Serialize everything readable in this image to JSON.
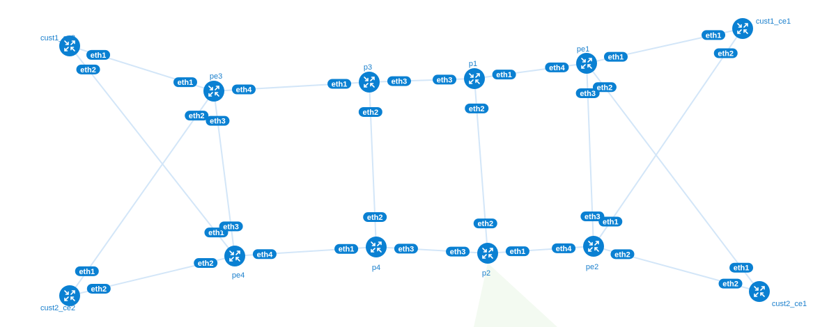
{
  "colors": {
    "node": "#0a80d2",
    "link": "#d3e6f8",
    "label_text": "#1a7fcc",
    "highlight": "#f3faf1"
  },
  "node_icon": "router-icon",
  "nodes": [
    {
      "id": "cust1_ce2",
      "label": "cust1_ce2"
    },
    {
      "id": "pe3",
      "label": "pe3"
    },
    {
      "id": "p3",
      "label": "p3"
    },
    {
      "id": "p1",
      "label": "p1"
    },
    {
      "id": "pe1",
      "label": "pe1"
    },
    {
      "id": "cust1_ce1",
      "label": "cust1_ce1"
    },
    {
      "id": "cust2_ce2",
      "label": "cust2_ce2"
    },
    {
      "id": "pe4",
      "label": "pe4"
    },
    {
      "id": "p4",
      "label": "p4"
    },
    {
      "id": "p2",
      "label": "p2"
    },
    {
      "id": "pe2",
      "label": "pe2"
    },
    {
      "id": "cust2_ce1",
      "label": "cust2_ce1"
    }
  ],
  "links": [
    {
      "source": "cust1_ce2",
      "target": "pe3",
      "source_if": "eth1",
      "target_if": "eth1"
    },
    {
      "source": "cust1_ce2",
      "target": "pe4",
      "source_if": "eth2",
      "target_if": "eth1"
    },
    {
      "source": "pe3",
      "target": "p3",
      "source_if": "eth4",
      "target_if": "eth1"
    },
    {
      "source": "pe3",
      "target": "cust2_ce2",
      "source_if": "eth2",
      "target_if": "eth1"
    },
    {
      "source": "pe3",
      "target": "pe4",
      "source_if": "eth3",
      "target_if": "eth3"
    },
    {
      "source": "p3",
      "target": "p1",
      "source_if": "eth3",
      "target_if": "eth3"
    },
    {
      "source": "p3",
      "target": "p4",
      "source_if": "eth2",
      "target_if": "eth2"
    },
    {
      "source": "p1",
      "target": "pe1",
      "source_if": "eth1",
      "target_if": "eth4"
    },
    {
      "source": "p1",
      "target": "p2",
      "source_if": "eth2",
      "target_if": "eth2"
    },
    {
      "source": "pe1",
      "target": "cust1_ce1",
      "source_if": "eth1",
      "target_if": "eth1"
    },
    {
      "source": "pe1",
      "target": "pe2",
      "source_if": "eth3",
      "target_if": "eth3"
    },
    {
      "source": "pe1",
      "target": "cust2_ce1",
      "source_if": "eth2",
      "target_if": "eth1"
    },
    {
      "source": "cust1_ce1",
      "target": "pe2",
      "source_if": "eth2",
      "target_if": "eth1"
    },
    {
      "source": "pe4",
      "target": "p4",
      "source_if": "eth4",
      "target_if": "eth1"
    },
    {
      "source": "pe4",
      "target": "cust2_ce2",
      "source_if": "eth2",
      "target_if": "eth2"
    },
    {
      "source": "p4",
      "target": "p2",
      "source_if": "eth3",
      "target_if": "eth3"
    },
    {
      "source": "p2",
      "target": "pe2",
      "source_if": "eth1",
      "target_if": "eth4"
    },
    {
      "source": "pe2",
      "target": "cust2_ce1",
      "source_if": "eth2",
      "target_if": "eth2"
    }
  ]
}
